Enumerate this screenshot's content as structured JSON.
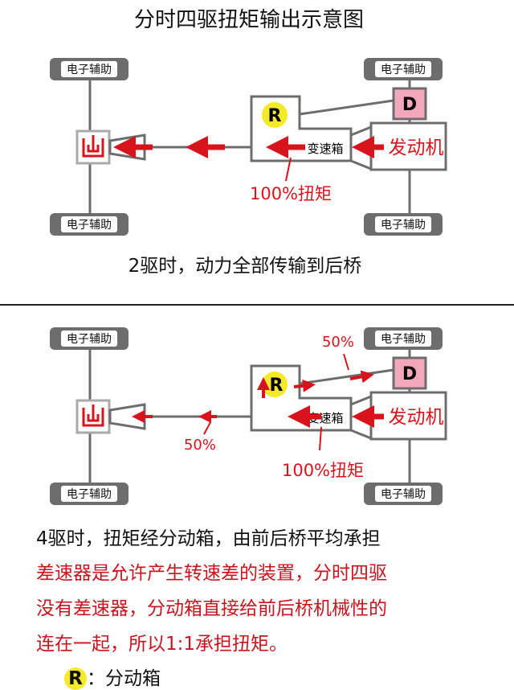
{
  "title": "分时四驱扭矩输出示意图",
  "wheel_label": "电子辅助",
  "transfer_label": "R",
  "front_diff_label": "D",
  "gearbox_label": "变速箱",
  "engine_label": "发动机",
  "torque_100": "100%扭矩",
  "torque_50": "50%",
  "caption_2wd": "2驱时，动力全部传输到后桥",
  "caption_4wd": "4驱时，扭矩经分动箱，由前后桥平均承担",
  "notes": [
    "差速器是允许产生转速差的装置，分时四驱",
    "没有差速器，分动箱直接给前后桥机械性的",
    "连在一起，所以1:1承担扭矩。"
  ],
  "legend": {
    "symbol": "R",
    "text": "：分动箱"
  },
  "colors": {
    "red": "#d7141c",
    "pink": "#f2a8ba",
    "yellow": "#f5ea2a",
    "gray": "#6d6d6d"
  }
}
